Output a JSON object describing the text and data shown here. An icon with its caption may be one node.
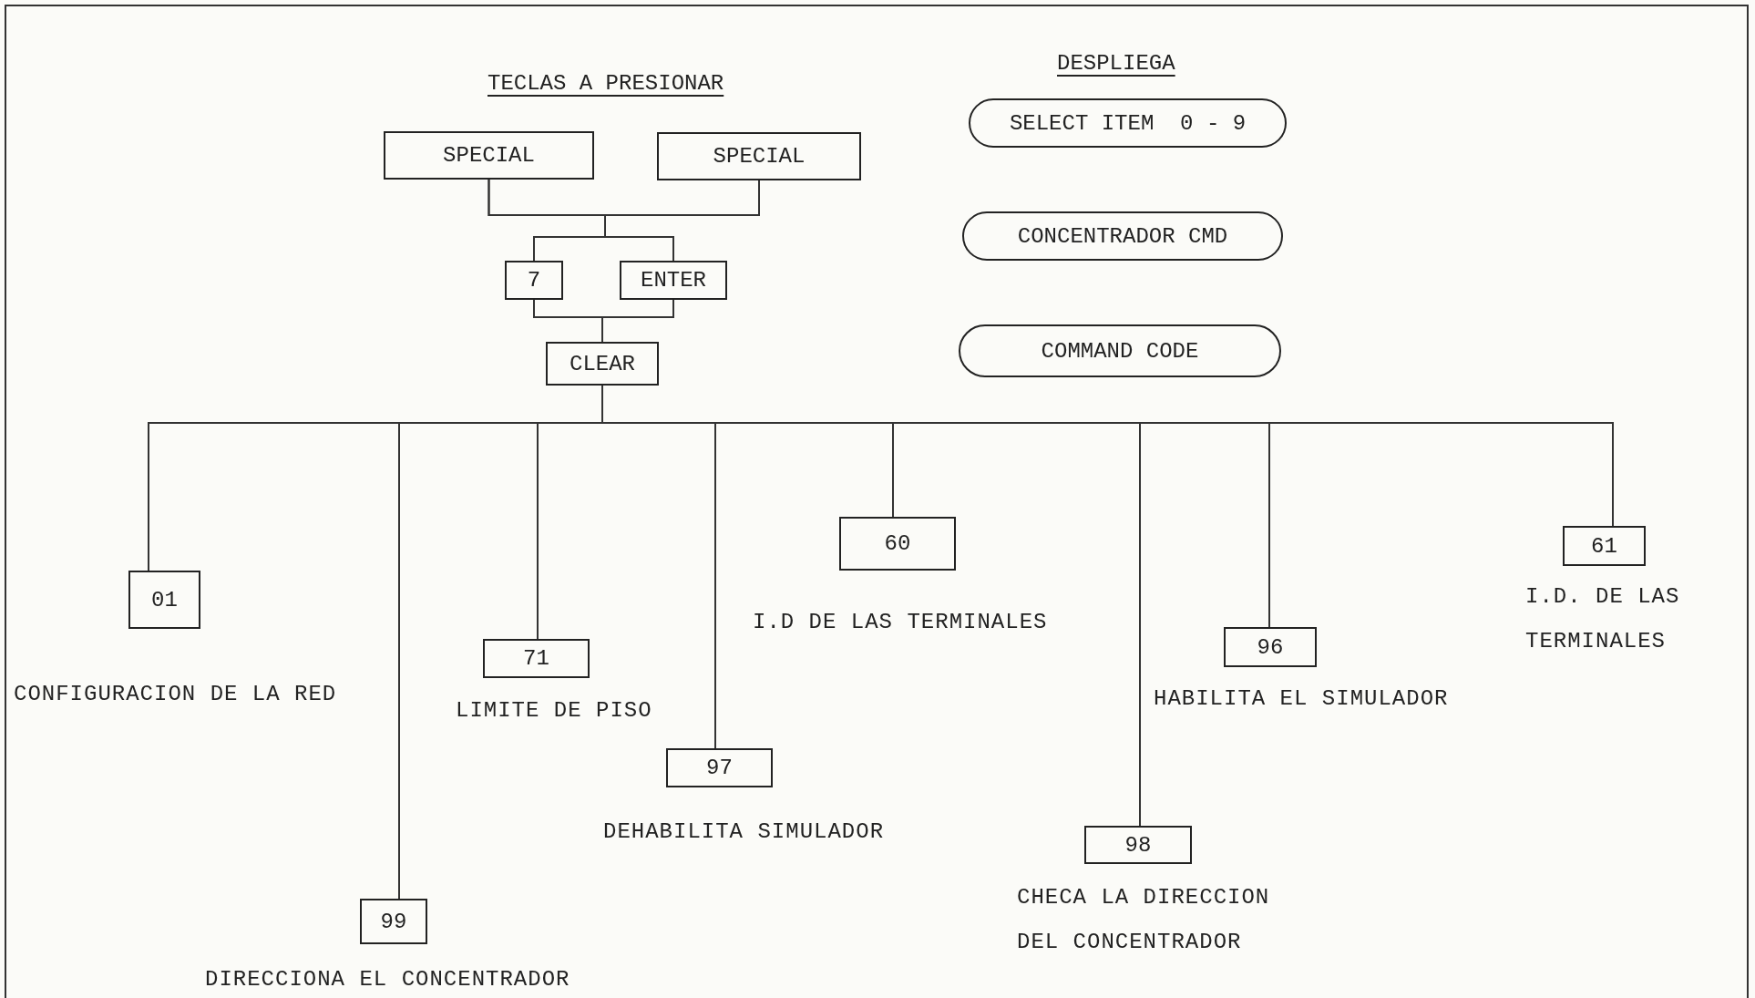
{
  "diagram": {
    "nodes": [
      {
        "text": [
          "SPECIAL"
        ]
      },
      {
        "text": [
          "SPECIAL"
        ]
      },
      {
        "text": [
          "7"
        ]
      },
      {
        "text": [
          "ENTER"
        ]
      },
      {
        "text": [
          "CLEAR"
        ]
      },
      {
        "text": [
          "01"
        ],
        "beside": [
          "CONFIGURACION DE LA RED"
        ]
      },
      {
        "text": [
          "99"
        ],
        "beside": [
          "DIRECCIONA EL CONCENTRADOR"
        ]
      },
      {
        "text": [
          "71"
        ],
        "beside": [
          "LIMITE DE PISO"
        ]
      },
      {
        "text": [
          "97"
        ],
        "beside": [
          "DEHABILITA SIMULADOR"
        ]
      },
      {
        "text": [
          "60"
        ],
        "beside": [
          "I.D DE LAS TERMINALES"
        ]
      },
      {
        "text": [
          "98"
        ],
        "beside": [
          "CHECA LA DIRECCION DEL CONCENTRADOR"
        ]
      },
      {
        "text": [
          "96"
        ],
        "beside": [
          "HABILITA EL SIMULADOR"
        ]
      },
      {
        "text": [
          "61"
        ],
        "beside": [
          "I.D. DE LAS TERMINALES"
        ]
      },
      {
        "text": [
          "SELECT ITEM  0 - 9"
        ]
      },
      {
        "text": [
          "CONCENTRADOR CMD"
        ]
      },
      {
        "text": [
          "COMMAND CODE"
        ]
      }
    ],
    "edges": [
      {
        "from": 0,
        "to": 2,
        "arrow": "none"
      },
      {
        "from": 0,
        "to": 3,
        "arrow": "none"
      },
      {
        "from": 1,
        "to": 2,
        "arrow": "none"
      },
      {
        "from": 1,
        "to": 3,
        "arrow": "none"
      },
      {
        "from": 2,
        "to": 4,
        "arrow": "none"
      },
      {
        "from": 3,
        "to": 4,
        "arrow": "none"
      },
      {
        "from": 4,
        "to": 5,
        "arrow": "none"
      },
      {
        "from": 4,
        "to": 6,
        "arrow": "none"
      },
      {
        "from": 4,
        "to": 7,
        "arrow": "none"
      },
      {
        "from": 4,
        "to": 8,
        "arrow": "none"
      },
      {
        "from": 4,
        "to": 9,
        "arrow": "none"
      },
      {
        "from": 4,
        "to": 10,
        "arrow": "none"
      },
      {
        "from": 4,
        "to": 11,
        "arrow": "none"
      },
      {
        "from": 4,
        "to": 12,
        "arrow": "none"
      }
    ],
    "labels": [
      "TECLAS A PRESIONAR",
      "DESPLIEGA"
    ]
  }
}
